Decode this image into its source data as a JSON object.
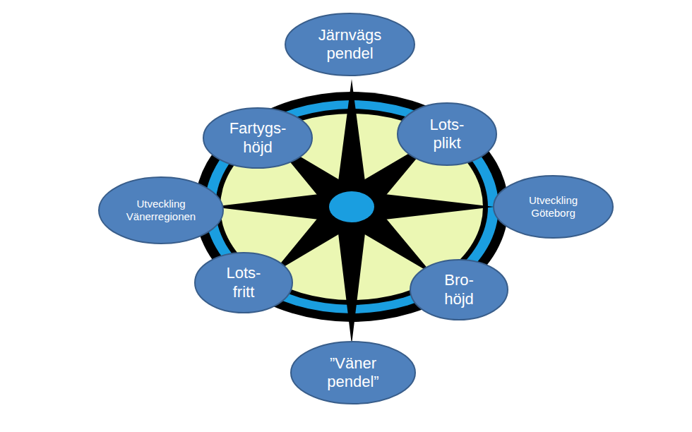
{
  "diagram": {
    "nodes": [
      {
        "text": [
          "Järnvägs pendel"
        ]
      },
      {
        "text": [
          "Fartygs- höjd"
        ]
      },
      {
        "text": [
          "Lots- plikt"
        ]
      },
      {
        "text": [
          "Utveckling Vänerregionen"
        ]
      },
      {
        "text": [
          "Utveckling Göteborg"
        ]
      },
      {
        "text": [
          "Lots- fritt"
        ]
      },
      {
        "text": [
          "Bro- höjd"
        ]
      },
      {
        "text": [
          "”Väner pendel”"
        ]
      }
    ]
  }
}
